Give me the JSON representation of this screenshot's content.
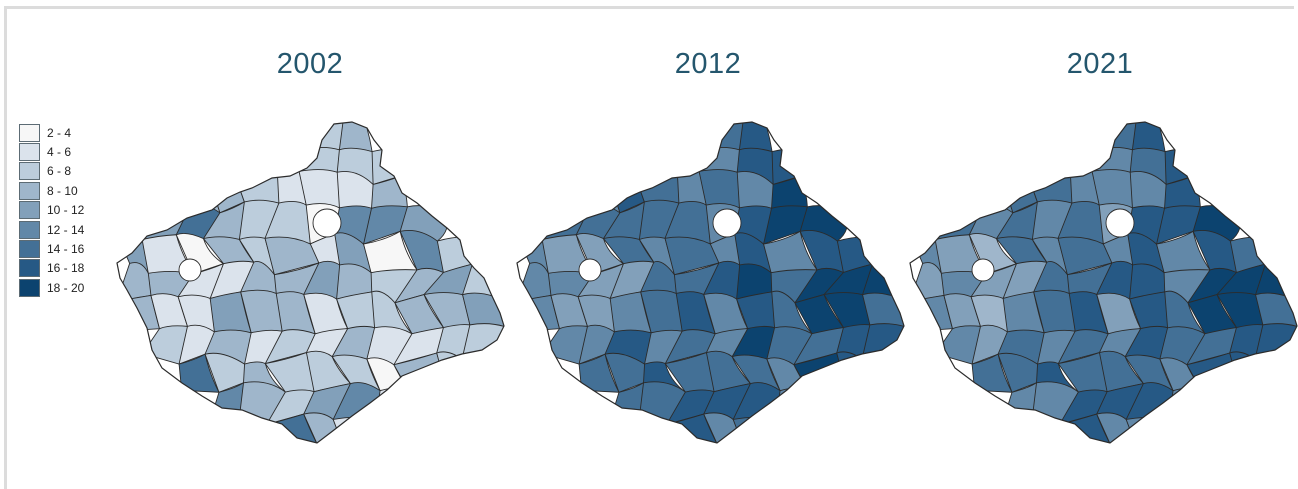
{
  "maps": [
    {
      "year": "2002",
      "scale": 0
    },
    {
      "year": "2012",
      "scale": 1
    },
    {
      "year": "2021",
      "scale": 2
    }
  ],
  "legend": {
    "classes": [
      {
        "label": "2 - 4",
        "color": "#f7f7f7"
      },
      {
        "label": "4 - 6",
        "color": "#dbe3ec"
      },
      {
        "label": "6 - 8",
        "color": "#bccddc"
      },
      {
        "label": "8 - 10",
        "color": "#9fb6cb"
      },
      {
        "label": "10 - 12",
        "color": "#82a0ba"
      },
      {
        "label": "12 - 14",
        "color": "#6288a8"
      },
      {
        "label": "14 - 16",
        "color": "#437096"
      },
      {
        "label": "16 - 18",
        "color": "#265985"
      },
      {
        "label": "18 - 20",
        "color": "#0c436f"
      }
    ]
  }
}
